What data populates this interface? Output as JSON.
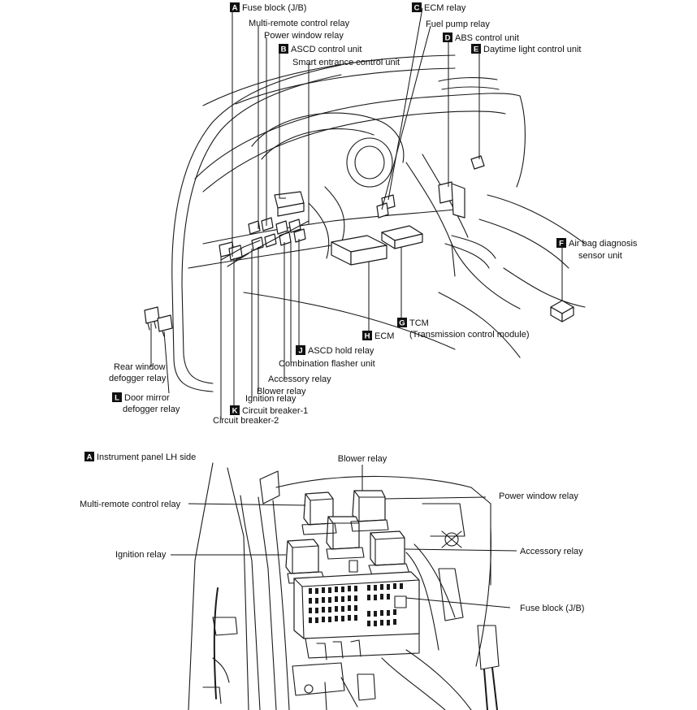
{
  "top": {
    "A": {
      "letter": "A",
      "label": "Fuse block (J/B)"
    },
    "multi_remote": "Multi-remote control relay",
    "power_window": "Power window relay",
    "B": {
      "letter": "B",
      "label": "ASCD control unit"
    },
    "smart_entrance": "Smart entrance control unit",
    "C": {
      "letter": "C",
      "label": "ECM relay"
    },
    "fuel_pump": "Fuel pump relay",
    "D": {
      "letter": "D",
      "label": "ABS control unit"
    },
    "E": {
      "letter": "E",
      "label": "Daytime light control unit"
    },
    "F": {
      "letter": "F",
      "label_line1": "Air bag diagnosis",
      "label_line2": "sensor unit"
    },
    "G": {
      "letter": "G",
      "label_line1": "TCM",
      "label_line2": "(Transmission control module)"
    },
    "H": {
      "letter": "H",
      "label": "ECM"
    },
    "J": {
      "letter": "J",
      "label": "ASCD hold relay"
    },
    "combination_flasher": "Combination flasher unit",
    "accessory": "Accessory relay",
    "blower": "Blower relay",
    "ignition": "Ignition relay",
    "K": {
      "letter": "K",
      "label": "Circuit breaker-1"
    },
    "circuit_breaker_2": "Circuit breaker-2",
    "rear_window_line1": "Rear window",
    "rear_window_line2": "defogger relay",
    "L": {
      "letter": "L",
      "label_line1": "Door mirror",
      "label_line2": "defogger relay"
    }
  },
  "bottom": {
    "A": {
      "letter": "A",
      "label": "Instrument panel LH side"
    },
    "blower": "Blower relay",
    "multi_remote": "Multi-remote control relay",
    "power_window": "Power window relay",
    "ignition": "Ignition relay",
    "accessory": "Accessory relay",
    "fuse_block": "Fuse block (J/B)"
  }
}
